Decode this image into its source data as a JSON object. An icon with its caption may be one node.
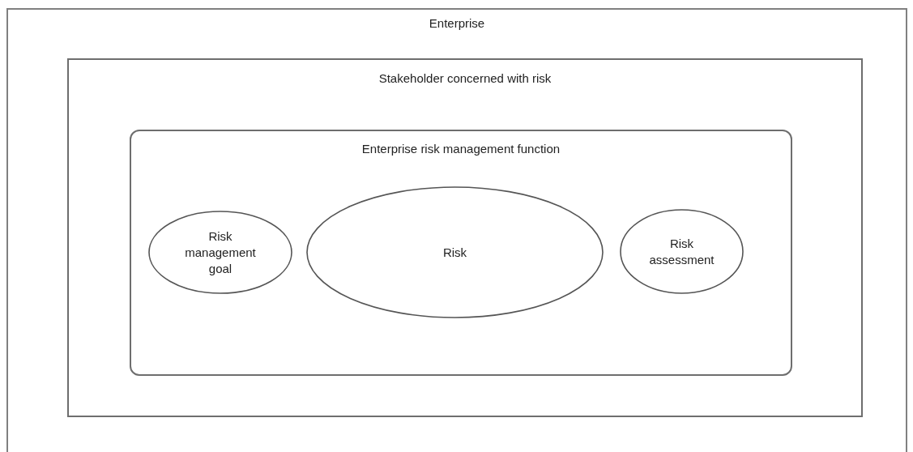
{
  "diagram": {
    "nodes": [
      {
        "text": [
          "Enterprise"
        ]
      },
      {
        "text": [
          "Stakeholder concerned with risk"
        ],
        "in": 0
      },
      {
        "text": [
          "Enterprise risk management function"
        ],
        "in": 1
      },
      {
        "text": [
          "Risk management goal"
        ],
        "in": 2
      },
      {
        "text": [
          "Risk"
        ],
        "in": 2
      },
      {
        "text": [
          "Risk assessment"
        ],
        "in": 2
      }
    ]
  }
}
